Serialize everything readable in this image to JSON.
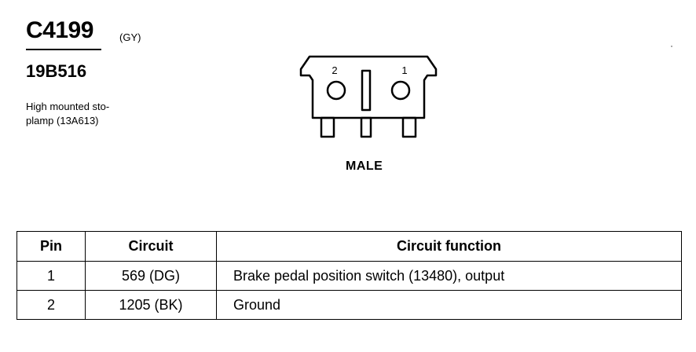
{
  "header": {
    "connector_id": "C4199",
    "color_code": "(GY)",
    "part_number": "19B516",
    "description": "High mounted sto-plamp (13A613)",
    "description_lines": [
      "High mounted sto-",
      "plamp (13A613)"
    ]
  },
  "diagram": {
    "pin_labels": [
      "2",
      "1"
    ],
    "gender": "MALE"
  },
  "table": {
    "headers": [
      "Pin",
      "Circuit",
      "Circuit function"
    ],
    "rows": [
      {
        "pin": "1",
        "circuit": "569 (DG)",
        "function": "Brake pedal position switch (13480), output"
      },
      {
        "pin": "2",
        "circuit": "1205 (BK)",
        "function": "Ground"
      }
    ]
  }
}
